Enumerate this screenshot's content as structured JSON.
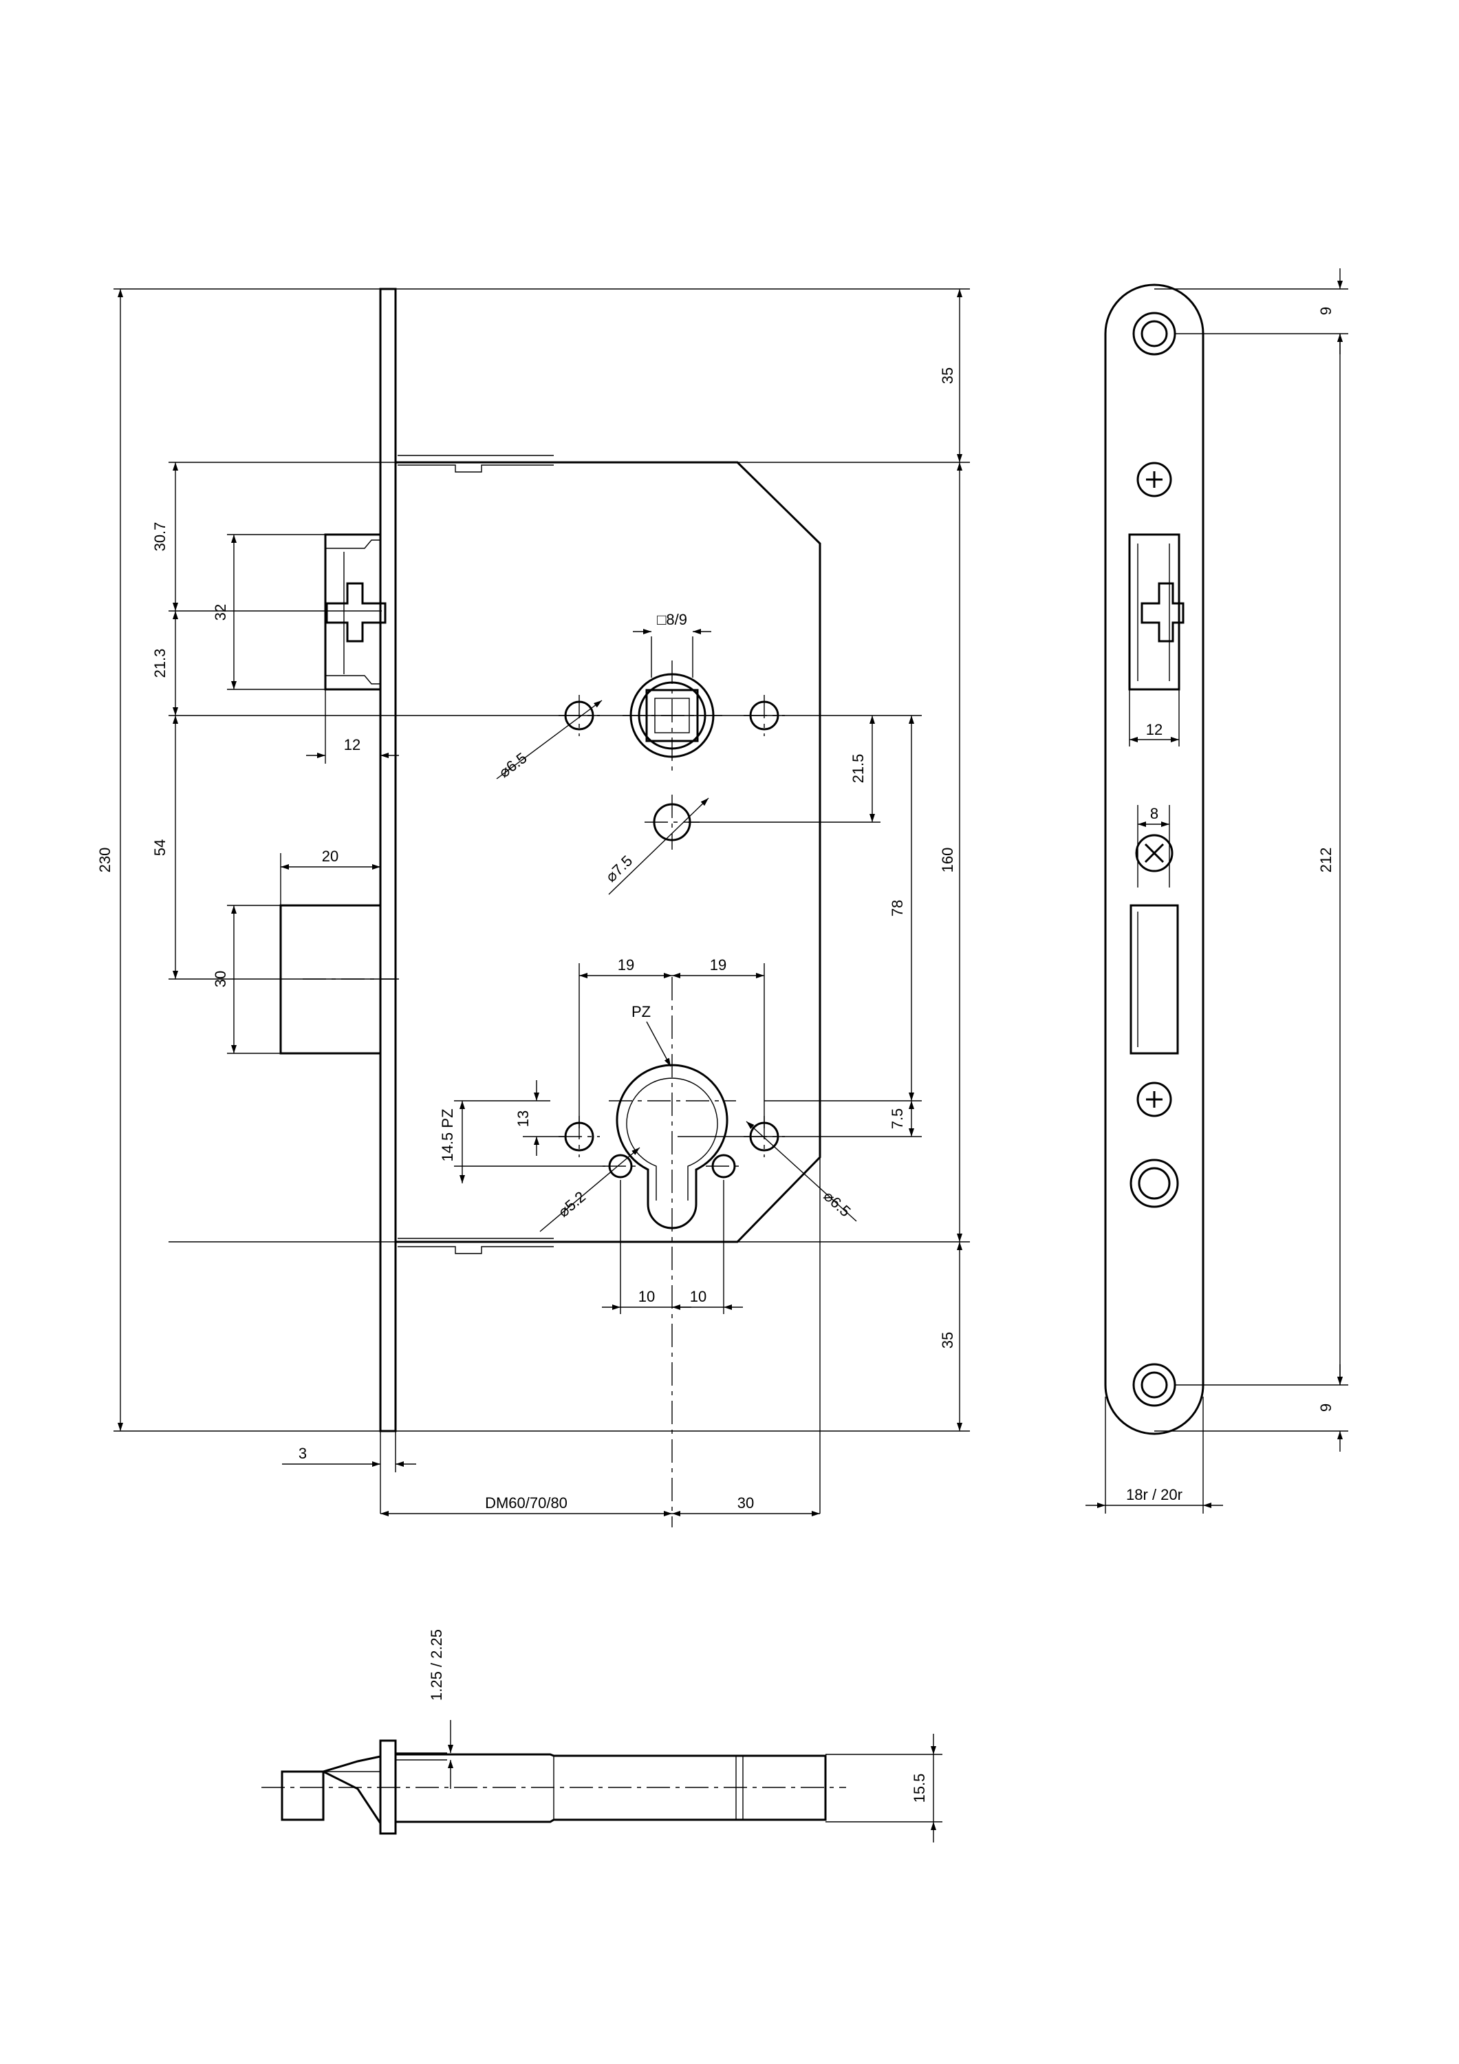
{
  "dimensions": {
    "overall_height": "230",
    "top_to_case": "35",
    "case_height": "160",
    "bottom_to_case": "35",
    "latch_top": "30.7",
    "latch_height": "32",
    "latch_to_spindle": "21.3",
    "spindle_to_bolt": "54",
    "bolt_height": "30",
    "latch_projection": "12",
    "bolt_projection": "20",
    "spindle_square": "□8/9",
    "hole_top": "⌀6.5",
    "hole_middle": "⌀7.5",
    "spindle_to_hole": "21.5",
    "hole_to_cylinder": "78",
    "cylinder_offset": "7.5",
    "hole_spacing_left": "19",
    "hole_spacing_right": "19",
    "pz_label": "PZ",
    "pz_height": "14.5 PZ",
    "pz_small": "13",
    "hole_small": "⌀5.2",
    "hole_right": "⌀6.5",
    "screw_left": "10",
    "screw_right": "10",
    "faceplate_thickness": "3",
    "backset": "DM60/70/80",
    "case_half": "30",
    "fp_top_hole": "9",
    "fp_hole_spacing": "212",
    "fp_bottom_hole": "9",
    "fp_latch_width": "12",
    "fp_bolt_width": "8",
    "fp_width": "18r / 20r",
    "bv_plate": "1.25 / 2.25",
    "bv_height": "15.5"
  }
}
